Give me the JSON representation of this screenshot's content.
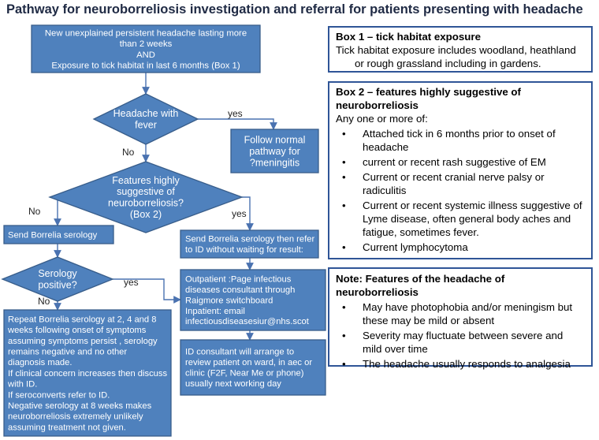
{
  "title": "Pathway for neuroborreliosis investigation and referral for patients presenting with headache",
  "nodes": [
    {
      "id": "n1",
      "lines": [
        "New unexplained persistent headache  lasting more",
        "than 2 weeks",
        "AND",
        "Exposure to tick habitat in last 6 months (Box 1)"
      ]
    },
    {
      "id": "n2",
      "lines": [
        "Headache with",
        "fever"
      ]
    },
    {
      "id": "n3",
      "lines": [
        "Follow normal",
        "pathway for",
        "?meningitis"
      ]
    },
    {
      "id": "n4",
      "lines": [
        "Features highly",
        "suggestive of",
        "neuroborreliosis?",
        "(Box 2)"
      ]
    },
    {
      "id": "n5",
      "lines": [
        "Send Borrelia serology"
      ]
    },
    {
      "id": "n6",
      "lines": [
        "Send Borrelia serology then refer",
        "to ID without waiting for result:"
      ]
    },
    {
      "id": "n7",
      "lines": [
        "Serology",
        "positive?"
      ]
    },
    {
      "id": "n8",
      "lines": [
        "Outpatient :Page infectious",
        "diseases consultant through",
        "Raigmore switchboard",
        "Inpatient: email",
        "infectiousdiseasesiur@nhs.scot"
      ]
    },
    {
      "id": "n9",
      "lines": [
        "Repeat  Borrelia serology at 2, 4 and 8",
        "weeks following onset of symptoms",
        "assuming symptoms persist , serology",
        "remains negative and no other",
        "diagnosis made.",
        "If clinical concern increases then discuss",
        "with ID.",
        "If seroconverts refer to ID.",
        "Negative serology at 8 weeks makes",
        "neuroborreliosis extremely unlikely",
        "assuming treatment not given."
      ]
    },
    {
      "id": "n10",
      "lines": [
        "ID consultant will arrange to",
        "review patient on ward, in aec or",
        "clinic  (F2F, Near Me or phone)",
        "usually next working day"
      ]
    }
  ],
  "edges": [
    {
      "id": "e1",
      "from": "n1",
      "to": "n2",
      "label": ""
    },
    {
      "id": "e2",
      "from": "n2",
      "to": "n3",
      "label": "yes"
    },
    {
      "id": "e3",
      "from": "n2",
      "to": "n4",
      "label": "No"
    },
    {
      "id": "e4",
      "from": "n4",
      "to": "n5",
      "label": "No"
    },
    {
      "id": "e5",
      "from": "n4",
      "to": "n6",
      "label": "yes"
    },
    {
      "id": "e6",
      "from": "n5",
      "to": "n7",
      "label": ""
    },
    {
      "id": "e7",
      "from": "n7",
      "to": "n8",
      "label": "yes"
    },
    {
      "id": "e8",
      "from": "n7",
      "to": "n9",
      "label": "No"
    },
    {
      "id": "e9",
      "from": "n6",
      "to": "n8",
      "label": ""
    },
    {
      "id": "e10",
      "from": "n8",
      "to": "n10",
      "label": ""
    }
  ],
  "box1": {
    "title": "Box 1 – tick habitat exposure",
    "line1": "Tick habitat exposure includes woodland, heathland",
    "line2": "or rough grassland including in gardens."
  },
  "box2": {
    "title_line1": "Box 2 – features highly suggestive of",
    "title_line2": "neuroborreliosis",
    "intro": "Any one or more of:",
    "bullet": "•",
    "items": [
      "Attached tick in 6 months prior to onset of headache",
      "current or recent rash suggestive of EM",
      "Current or recent cranial nerve palsy or radiculitis",
      "Current or recent systemic illness suggestive of Lyme disease, often general body aches and fatigue, sometimes fever.",
      "Current lymphocytoma"
    ]
  },
  "box3": {
    "title": "Note: Features of the headache of neuroborreliosis",
    "bullet": "•",
    "items": [
      "May have photophobia and/or meningism but these may be mild or absent",
      "Severity may fluctuate between severe and mild over time",
      "The headache usually responds to analgesia"
    ]
  },
  "colors": {
    "node_fill": "#4f81bd",
    "node_stroke": "#385d8a",
    "edge": "#4a72b0",
    "box_border": "#2f5597"
  }
}
